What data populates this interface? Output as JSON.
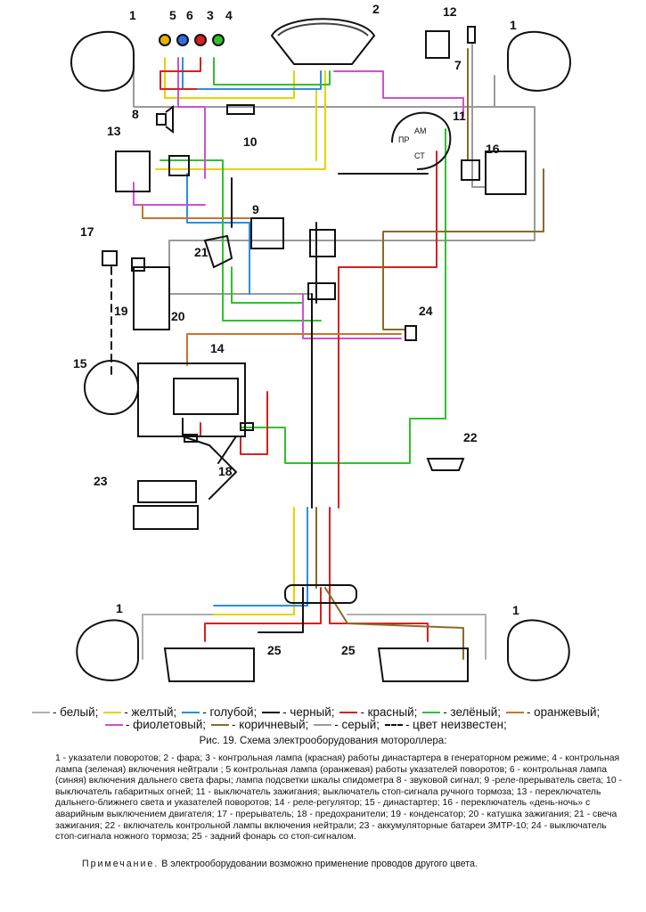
{
  "components": [
    {
      "id": "c1a",
      "label": "1"
    },
    {
      "id": "c1b",
      "label": "1"
    },
    {
      "id": "c1c",
      "label": "1"
    },
    {
      "id": "c1d",
      "label": "1"
    },
    {
      "id": "c2",
      "label": "2"
    },
    {
      "id": "c3",
      "label": "3"
    },
    {
      "id": "c4",
      "label": "4"
    },
    {
      "id": "c5",
      "label": "5"
    },
    {
      "id": "c6",
      "label": "6"
    },
    {
      "id": "c7",
      "label": "7"
    },
    {
      "id": "c8",
      "label": "8"
    },
    {
      "id": "c9",
      "label": "9"
    },
    {
      "id": "c10",
      "label": "10"
    },
    {
      "id": "c11",
      "label": "11"
    },
    {
      "id": "c12",
      "label": "12"
    },
    {
      "id": "c13",
      "label": "13"
    },
    {
      "id": "c14",
      "label": "14"
    },
    {
      "id": "c15",
      "label": "15"
    },
    {
      "id": "c16",
      "label": "16"
    },
    {
      "id": "c17",
      "label": "17"
    },
    {
      "id": "c18",
      "label": "18"
    },
    {
      "id": "c19",
      "label": "19"
    },
    {
      "id": "c20",
      "label": "20"
    },
    {
      "id": "c21",
      "label": "21"
    },
    {
      "id": "c22",
      "label": "22"
    },
    {
      "id": "c23",
      "label": "23"
    },
    {
      "id": "c24",
      "label": "24"
    },
    {
      "id": "c25a",
      "label": "25"
    },
    {
      "id": "c25b",
      "label": "25"
    }
  ],
  "switch_labels": {
    "pr": "ПР",
    "am": "АМ",
    "st": "СТ"
  },
  "wire_colors": {
    "white": "#b0b0b0",
    "yellow": "#e8d200",
    "blue": "#2a8fe0",
    "black": "#111111",
    "red": "#d82020",
    "green": "#30c030",
    "orange": "#c8742a",
    "violet": "#d050d0",
    "brown": "#8a6a2a",
    "gray": "#9a9a9a"
  },
  "legend": {
    "row1": [
      {
        "color": "#b0b0b0",
        "text": "- белый;",
        "style": "solid"
      },
      {
        "color": "#e8d200",
        "text": "- желтый;",
        "style": "solid"
      },
      {
        "color": "#2a8fe0",
        "text": "- голубой;",
        "style": "solid"
      },
      {
        "color": "#111111",
        "text": "- черный;",
        "style": "solid"
      },
      {
        "color": "#d82020",
        "text": "- красный;",
        "style": "solid"
      },
      {
        "color": "#30c030",
        "text": "- зелёный;",
        "style": "solid"
      },
      {
        "color": "#c8742a",
        "text": "- оранжевый;",
        "style": "solid"
      }
    ],
    "row2": [
      {
        "color": "#d050d0",
        "text": "- фиолетовый;",
        "style": "solid"
      },
      {
        "color": "#8a6a2a",
        "text": "- коричневый;",
        "style": "solid"
      },
      {
        "color": "#9a9a9a",
        "text": "- серый;",
        "style": "solid"
      },
      {
        "color": "#111111",
        "text": "- цвет неизвестен;",
        "style": "dash"
      }
    ]
  },
  "caption": "Рис. 19.  Схема  электрооборудования мотороллера:",
  "description": "1 - указатели поворотов; 2 - фара; 3 - контрольная лампа (красная) работы династартера в генераторном режиме; 4 - контрольная лампа (зеленая) включения нейтрали ; 5 контрольная лампа (оранжевая) работы указателей поворотов; 6 - контрольная лампа (синяя) включения дальнего света фары; лампа подсветки шкалы спидометра 8 - звуковой сигнал; 9 -реле-прерыватель света; 10 - выключатель габаритных огней; 11 - выключатель зажигания; выключатель стоп-сигнала ручного тормоза; 13 - переключатель дальнего-ближнего света и указателей поворотов; 14 - реле-регулятор; 15 - династартер; 16 - переключатель «день-ночь» с аварийным выключением двигателя; 17 - прерыватель; 18 - предохранители; 19 - конденсатор; 20 - катушка зажигания; 21 - свеча зажигания; 22 - включатель контрольной лампы включения нейтрали; 23 - аккумуляторные батареи 3МТР-10; 24 - выключатель стоп-сигнала ножного тормоза; 25 - задний фонарь со стоп-сигналом.",
  "note_label": "Примечание.",
  "note_text": "В электрооборудовании возможно применение проводов другого цвета."
}
